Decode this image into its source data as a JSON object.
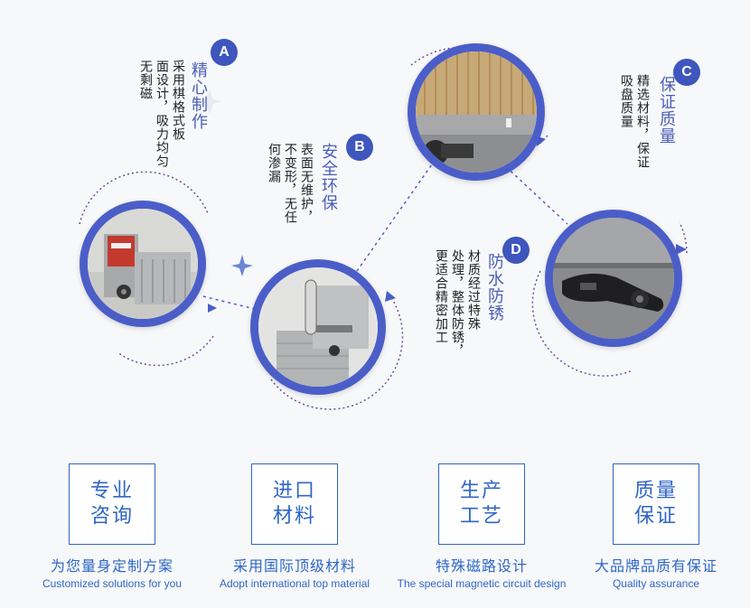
{
  "sections": {
    "a": {
      "badge": "A",
      "title": "精心制作",
      "lines": [
        "采用棋格式板",
        "面设计，吸力均匀",
        "无剩磁"
      ]
    },
    "b": {
      "badge": "B",
      "title": "安全环保",
      "lines": [
        "表面无维护，",
        "不变形，无任",
        "何渗漏"
      ]
    },
    "c": {
      "badge": "C",
      "title": "保证质量",
      "lines": [
        "精选材料，保证",
        "吸盘质量"
      ]
    },
    "d": {
      "badge": "D",
      "title": "防水防锈",
      "lines": [
        "材质经过特殊",
        "处理，整体防锈，",
        "更适合精密加工"
      ]
    }
  },
  "features": [
    {
      "box_line1": "专业",
      "box_line2": "咨询",
      "cn": "为您量身定制方案",
      "en": "Customized solutions for you"
    },
    {
      "box_line1": "进口",
      "box_line2": "材料",
      "cn": "采用国际顶级材料",
      "en": "Adopt international top material"
    },
    {
      "box_line1": "生产",
      "box_line2": "工艺",
      "cn": "特殊磁路设计",
      "en": "The special magnetic circuit design"
    },
    {
      "box_line1": "质量",
      "box_line2": "保证",
      "cn": "大品牌品质有保证",
      "en": "Quality assurance"
    }
  ],
  "colors": {
    "accent": "#3e56bd",
    "ring": "#4b5ec8",
    "text_blue": "#2f66c6"
  }
}
